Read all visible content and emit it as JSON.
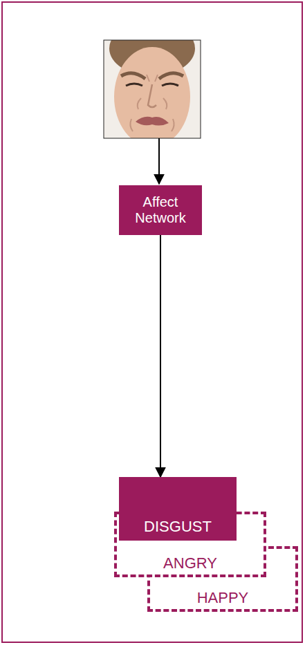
{
  "diagram": {
    "nodes": [
      {
        "text": [
          "Affect Network"
        ]
      },
      {
        "text": [
          "DISGUST"
        ]
      },
      {
        "text": [
          "ANGRY"
        ]
      },
      {
        "text": [
          "HAPPY"
        ]
      }
    ],
    "edges": [
      {
        "from": 0,
        "to": 1,
        "arrow": "to"
      }
    ]
  }
}
